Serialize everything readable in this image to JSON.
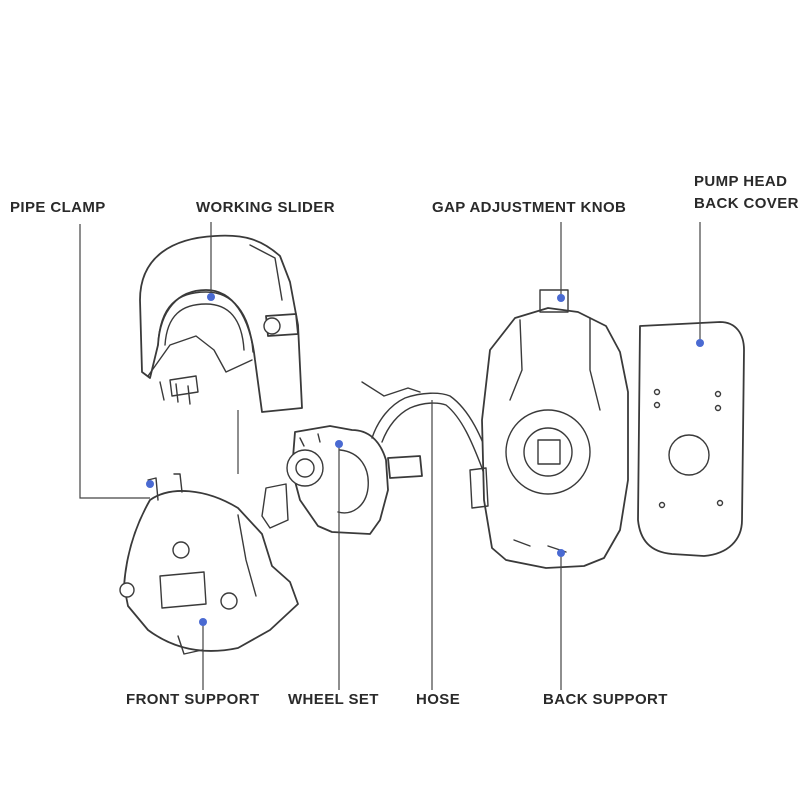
{
  "labels": {
    "pipe_clamp": "PIPE CLAMP",
    "working_slider": "WORKING SLIDER",
    "gap_adjustment_knob": "GAP ADJUSTMENT KNOB",
    "pump_head_back_cover_line1": "PUMP HEAD",
    "pump_head_back_cover_line2": "BACK COVER",
    "front_support": "FRONT SUPPORT",
    "wheel_set": "WHEEL SET",
    "hose": "HOSE",
    "back_support": "BACK SUPPORT"
  },
  "colors": {
    "marker_dot": "#4a6ad2",
    "line_art": "#3a3a3a",
    "label_text": "#2a2a2a",
    "background": "#ffffff"
  }
}
